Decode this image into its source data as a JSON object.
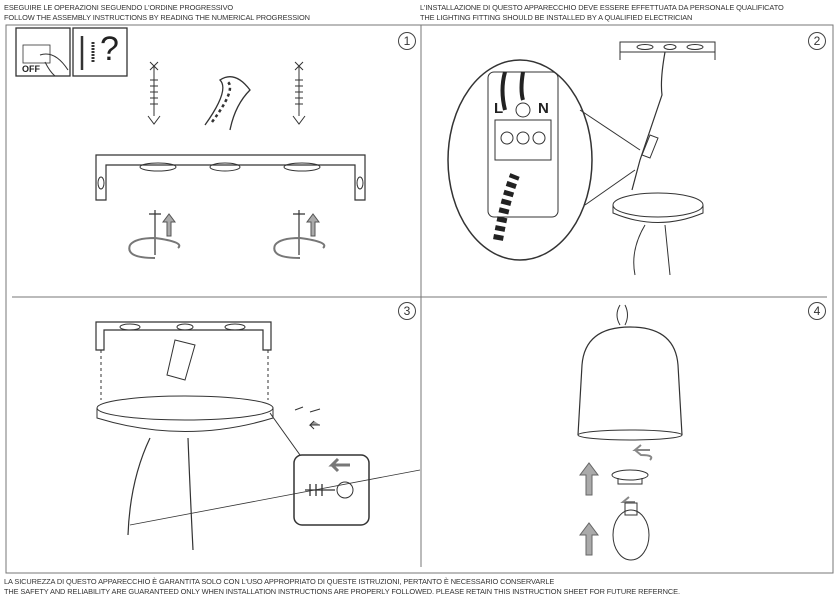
{
  "header": {
    "left": [
      "ESEGUIRE LE OPERAZIONI SEGUENDO L'ORDINE PROGRESSIVO",
      "FOLLOW THE ASSEMBLY INSTRUCTIONS BY READING THE NUMERICAL PROGRESSION"
    ],
    "right": [
      "L'INSTALLAZIONE DI QUESTO APPARECCHIO DEVE ESSERE EFFETTUATA DA PERSONALE QUALIFICATO",
      "THE LIGHTING FITTING SHOULD BE INSTALLED BY A QUALIFIED ELECTRICIAN"
    ]
  },
  "steps": [
    {
      "number": "1",
      "off_label": "OFF",
      "question_mark": "?"
    },
    {
      "number": "2",
      "terminal_labels": [
        "L",
        "N"
      ]
    },
    {
      "number": "3"
    },
    {
      "number": "4"
    }
  ],
  "footer": [
    "LA SICUREZZA DI QUESTO APPARECCHIO È GARANTITA SOLO CON L'USO APPROPRIATO DI QUESTE ISTRUZIONI, PERTANTO È NECESSARIO CONSERVARLE",
    "THE SAFETY AND RELIABILITY ARE GUARANTEED ONLY WHEN INSTALLATION INSTRUCTIONS ARE PROPERLY FOLLOWED. PLEASE RETAIN THIS INSTRUCTION SHEET FOR FUTURE REFERNCE."
  ]
}
